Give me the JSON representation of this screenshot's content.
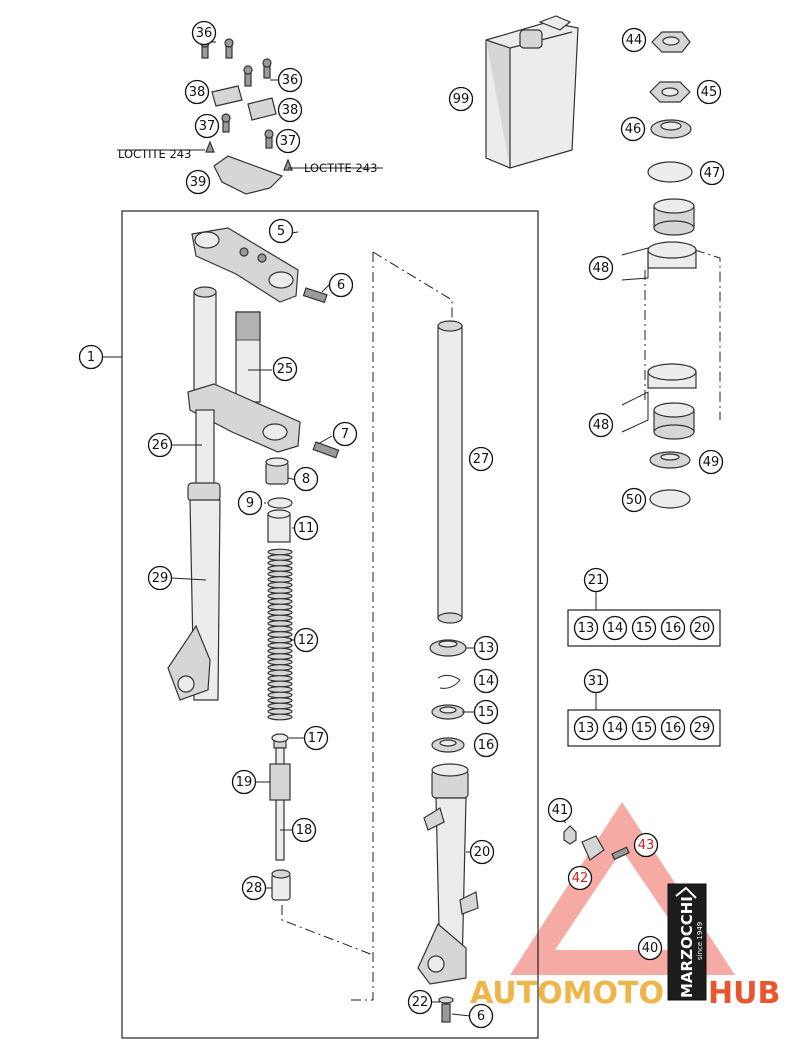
{
  "callouts": [
    {
      "id": "c36a",
      "label": "36"
    },
    {
      "id": "c36b",
      "label": "36"
    },
    {
      "id": "c38a",
      "label": "38"
    },
    {
      "id": "c38b",
      "label": "38"
    },
    {
      "id": "c37a",
      "label": "37"
    },
    {
      "id": "c37b",
      "label": "37"
    },
    {
      "id": "c39",
      "label": "39"
    },
    {
      "id": "c99",
      "label": "99"
    },
    {
      "id": "c44",
      "label": "44"
    },
    {
      "id": "c45",
      "label": "45"
    },
    {
      "id": "c46",
      "label": "46"
    },
    {
      "id": "c47",
      "label": "47"
    },
    {
      "id": "c48a",
      "label": "48"
    },
    {
      "id": "c48b",
      "label": "48"
    },
    {
      "id": "c49",
      "label": "49"
    },
    {
      "id": "c50",
      "label": "50"
    },
    {
      "id": "c5",
      "label": "5"
    },
    {
      "id": "c6a",
      "label": "6"
    },
    {
      "id": "c1",
      "label": "1"
    },
    {
      "id": "c25",
      "label": "25"
    },
    {
      "id": "c7",
      "label": "7"
    },
    {
      "id": "c26",
      "label": "26"
    },
    {
      "id": "c8",
      "label": "8"
    },
    {
      "id": "c9",
      "label": "9"
    },
    {
      "id": "c11",
      "label": "11"
    },
    {
      "id": "c27",
      "label": "27"
    },
    {
      "id": "c29",
      "label": "29"
    },
    {
      "id": "c12",
      "label": "12"
    },
    {
      "id": "c13",
      "label": "13"
    },
    {
      "id": "c14",
      "label": "14"
    },
    {
      "id": "c15",
      "label": "15"
    },
    {
      "id": "c16",
      "label": "16"
    },
    {
      "id": "c17",
      "label": "17"
    },
    {
      "id": "c19",
      "label": "19"
    },
    {
      "id": "c18",
      "label": "18"
    },
    {
      "id": "c20",
      "label": "20"
    },
    {
      "id": "c28",
      "label": "28"
    },
    {
      "id": "c22",
      "label": "22"
    },
    {
      "id": "c6b",
      "label": "6"
    },
    {
      "id": "c41",
      "label": "41"
    },
    {
      "id": "c43",
      "label": "43"
    },
    {
      "id": "c42",
      "label": "42"
    },
    {
      "id": "c40",
      "label": "40"
    },
    {
      "id": "c21",
      "label": "21"
    },
    {
      "id": "c31",
      "label": "31"
    }
  ],
  "kit_21": {
    "label": "21",
    "items": [
      "13",
      "14",
      "15",
      "16",
      "20"
    ]
  },
  "kit_31": {
    "label": "31",
    "items": [
      "13",
      "14",
      "15",
      "16",
      "29"
    ]
  },
  "notes": {
    "loctite_left": "LOCTITE 243",
    "loctite_right": "LOCTITE 243"
  },
  "watermark": {
    "part1": "AUTOMOTO",
    "part2": "HUB",
    "color_main": "#e8a33a",
    "color_triangle": "#e23a2c"
  },
  "brand_box": {
    "name": "MARZOCCHI",
    "sub": "since 1949"
  },
  "colors": {
    "red_callout": "#c0261c",
    "ink": "#111111"
  }
}
